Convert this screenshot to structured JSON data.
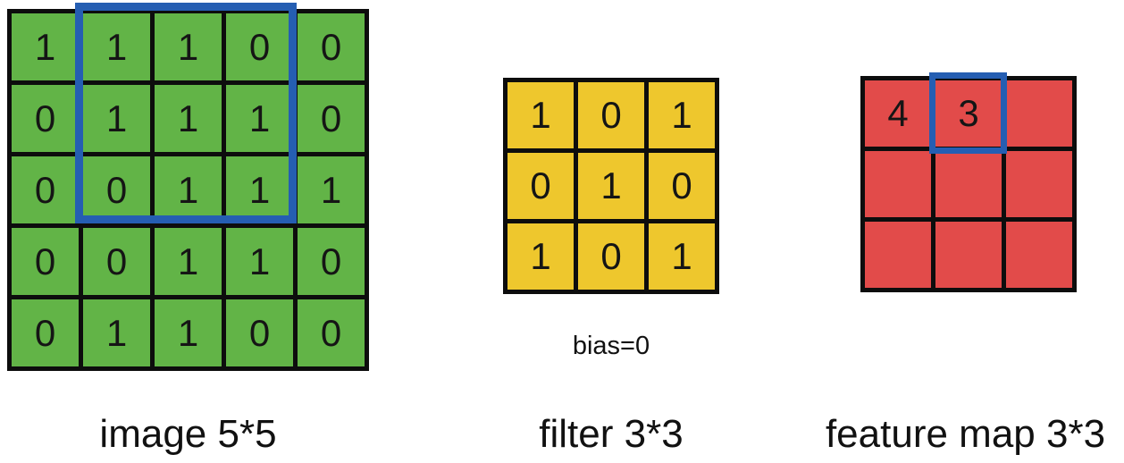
{
  "colors": {
    "green": "#62b447",
    "yellow": "#eec72d",
    "red": "#e24b4a",
    "blue": "#255eb2",
    "grid_line": "#0d0d0d"
  },
  "image_grid": {
    "label": "image 5*5",
    "values": [
      [
        "1",
        "1",
        "1",
        "0",
        "0"
      ],
      [
        "0",
        "1",
        "1",
        "1",
        "0"
      ],
      [
        "0",
        "0",
        "1",
        "1",
        "1"
      ],
      [
        "0",
        "0",
        "1",
        "1",
        "0"
      ],
      [
        "0",
        "1",
        "1",
        "0",
        "0"
      ]
    ]
  },
  "filter_grid": {
    "label": "filter 3*3",
    "bias_label": "bias=0",
    "values": [
      [
        "1",
        "0",
        "1"
      ],
      [
        "0",
        "1",
        "0"
      ],
      [
        "1",
        "0",
        "1"
      ]
    ]
  },
  "feature_map_grid": {
    "label": "feature map 3*3",
    "values": [
      [
        "4",
        "3",
        ""
      ],
      [
        "",
        "",
        ""
      ],
      [
        "",
        "",
        ""
      ]
    ]
  }
}
